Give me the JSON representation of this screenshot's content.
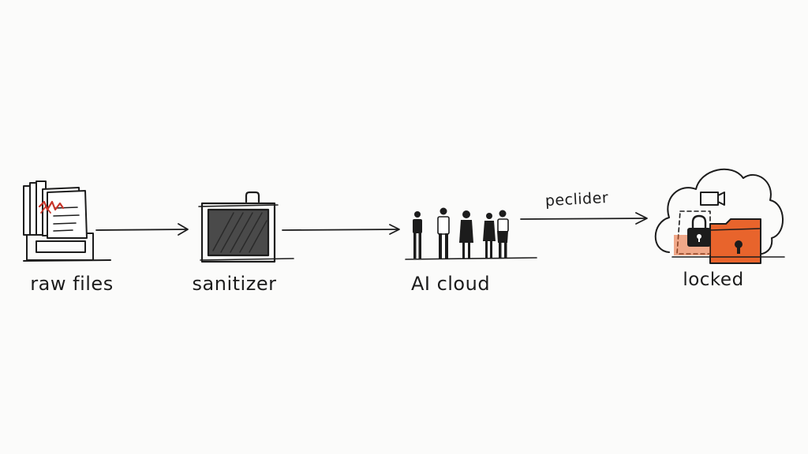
{
  "nodes": [
    {
      "id": "raw",
      "label": "raw files",
      "icon": "file-cabinet-icon"
    },
    {
      "id": "sanitizer",
      "label": "sanitizer",
      "icon": "briefcase-icon"
    },
    {
      "id": "ai",
      "label": "AI cloud",
      "icon": "people-group-icon"
    },
    {
      "id": "locked",
      "label": "locked",
      "icon": "locked-cloud-icon"
    }
  ],
  "edges": [
    {
      "from": "raw",
      "to": "sanitizer",
      "label": ""
    },
    {
      "from": "sanitizer",
      "to": "ai",
      "label": ""
    },
    {
      "from": "ai",
      "to": "locked",
      "label": "peclider"
    }
  ],
  "colors": {
    "ink": "#1c1c1c",
    "accent_orange": "#e8642c",
    "mark_red": "#c8352a",
    "background": "#fbfbfa"
  }
}
